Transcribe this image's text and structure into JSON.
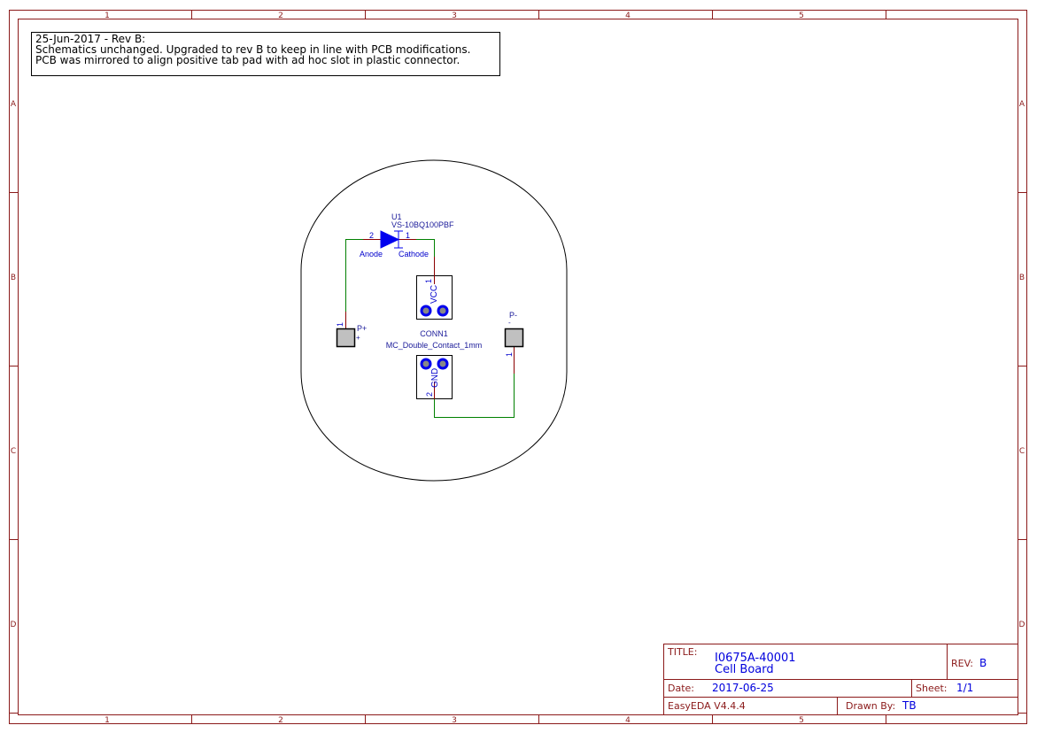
{
  "frame": {
    "columns": [
      "1",
      "2",
      "3",
      "4",
      "5"
    ],
    "rows": [
      "A",
      "B",
      "C",
      "D"
    ],
    "border_color": "#8b1a1a"
  },
  "revision_note": {
    "lines": [
      "25-Jun-2017 - Rev B:",
      "Schematics unchanged. Upgraded to rev B to keep in line with PCB modifications.",
      "PCB was mirrored to align positive tab pad with ad hoc slot in plastic connector."
    ]
  },
  "schematic": {
    "diode": {
      "designator": "U1",
      "part": "VS-10BQ100PBF",
      "pin_anode_num": "2",
      "pin_cathode_num": "1",
      "anode_label": "Anode",
      "cathode_label": "Cathode"
    },
    "connector": {
      "designator": "CONN1",
      "part": "MC_Double_Contact_1mm",
      "vcc_label": "VCC",
      "vcc_pin": "1",
      "gnd_label": "GND",
      "gnd_pin": "2"
    },
    "pad_positive": {
      "label": "P+",
      "sublabel": "+",
      "pin": "1"
    },
    "pad_negative": {
      "label": "P-",
      "sublabel": "-",
      "pin": "1"
    },
    "colors": {
      "wire": "#008000",
      "pin": "#8b0000",
      "component": "#0000cc",
      "pad_fill": "#c0c0c0"
    }
  },
  "title_block": {
    "title_label": "TITLE:",
    "title_line1": "I0675A-40001",
    "title_line2": "Cell Board",
    "rev_label": "REV:",
    "rev_value": "B",
    "date_label": "Date:",
    "date_value": "2017-06-25",
    "sheet_label": "Sheet:",
    "sheet_value": "1/1",
    "tool": "EasyEDA V4.4.4",
    "drawn_by_label": "Drawn By:",
    "drawn_by_value": "TB"
  }
}
